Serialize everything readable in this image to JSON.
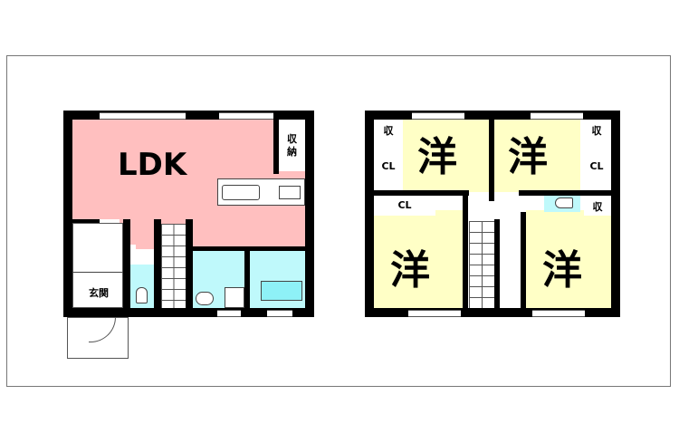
{
  "floor1": {
    "rooms": {
      "ldk": "LDK",
      "storage": "収\n納",
      "entrance": "玄関"
    }
  },
  "floor2": {
    "rooms": {
      "western_1": "洋",
      "western_2": "洋",
      "western_3": "洋",
      "western_4": "洋",
      "storage_tl": "収",
      "storage_tr": "収",
      "storage_mr": "収",
      "closet_l": "CL",
      "closet_r": "CL",
      "closet_ml": "CL"
    }
  },
  "colors": {
    "ldk": "#ffbfbf",
    "wet_area": "#bff9fb",
    "western_room": "#ffffc6",
    "wall": "#000000",
    "frame": "#777777"
  }
}
